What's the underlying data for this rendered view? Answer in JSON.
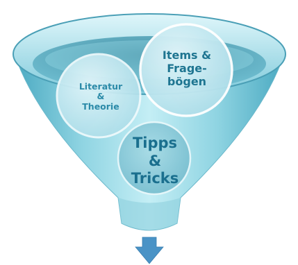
{
  "diagram": {
    "type": "funnel",
    "circles": [
      {
        "label": "Literatur\n&\nTheorie"
      },
      {
        "label": "Items &\nFrage-\nbögen"
      },
      {
        "label": "Tipps\n&\nTricks"
      }
    ],
    "colors": {
      "funnel_fill": "#9fdbe6",
      "funnel_dark": "#3f9fb8",
      "rim_outline": "#2f8ba6",
      "circle_fill": "#bfe6ee",
      "text": "#1f7a96",
      "arrow": "#4a93c6"
    }
  }
}
